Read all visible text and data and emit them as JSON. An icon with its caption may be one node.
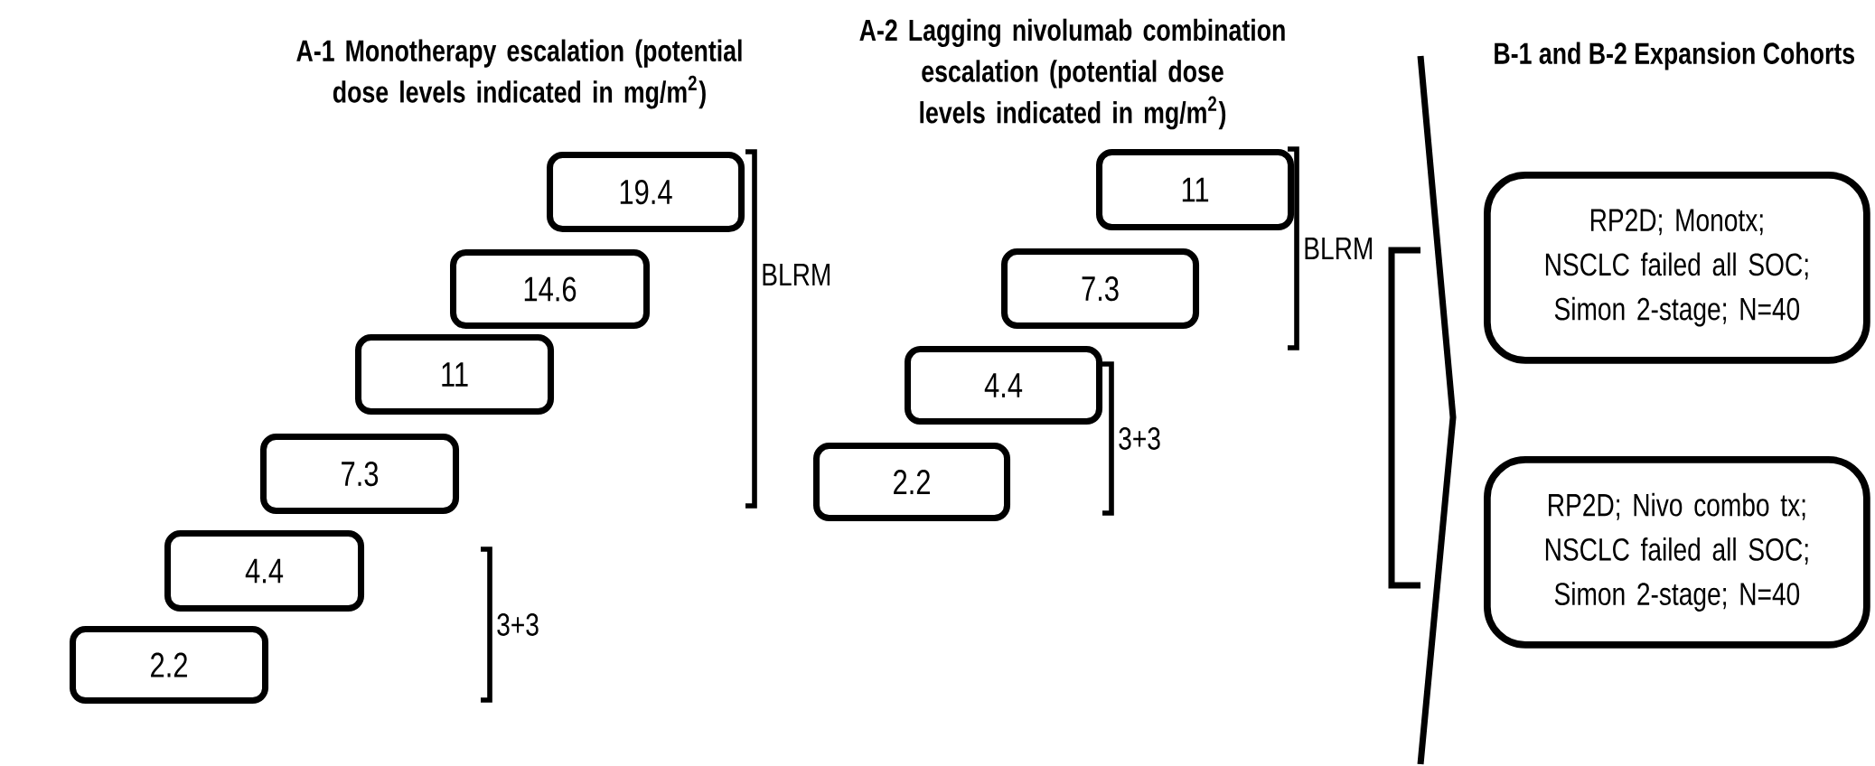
{
  "diagram": {
    "nodes": [
      {
        "text": [
          "19.4"
        ]
      },
      {
        "text": [
          "14.6"
        ]
      },
      {
        "text": [
          "11"
        ]
      },
      {
        "text": [
          "7.3"
        ]
      },
      {
        "text": [
          "4.4"
        ]
      },
      {
        "text": [
          "2.2"
        ]
      },
      {
        "text": [
          "11"
        ]
      },
      {
        "text": [
          "7.3"
        ]
      },
      {
        "text": [
          "4.4"
        ]
      },
      {
        "text": [
          "2.2"
        ]
      },
      {
        "text": [
          "RP2D; Monotx; NSCLC failed all SOC; Simon 2-stage; N=40"
        ]
      },
      {
        "text": [
          "RP2D; Nivo combo tx; NSCLC failed all SOC; Simon 2-stage; N=40"
        ]
      }
    ],
    "labels": [
      "A-1 Monotherapy escalation (potential dose levels indicated in mg/m$^{2}$)",
      "A-2 Lagging nivolumab combination escalation (potential dose levels indicated in mg/m$^{2}$)",
      "B-1 and B-2 Expansion Cohorts",
      "BLRM",
      "3+3",
      "BLRM",
      "3+3"
    ]
  }
}
